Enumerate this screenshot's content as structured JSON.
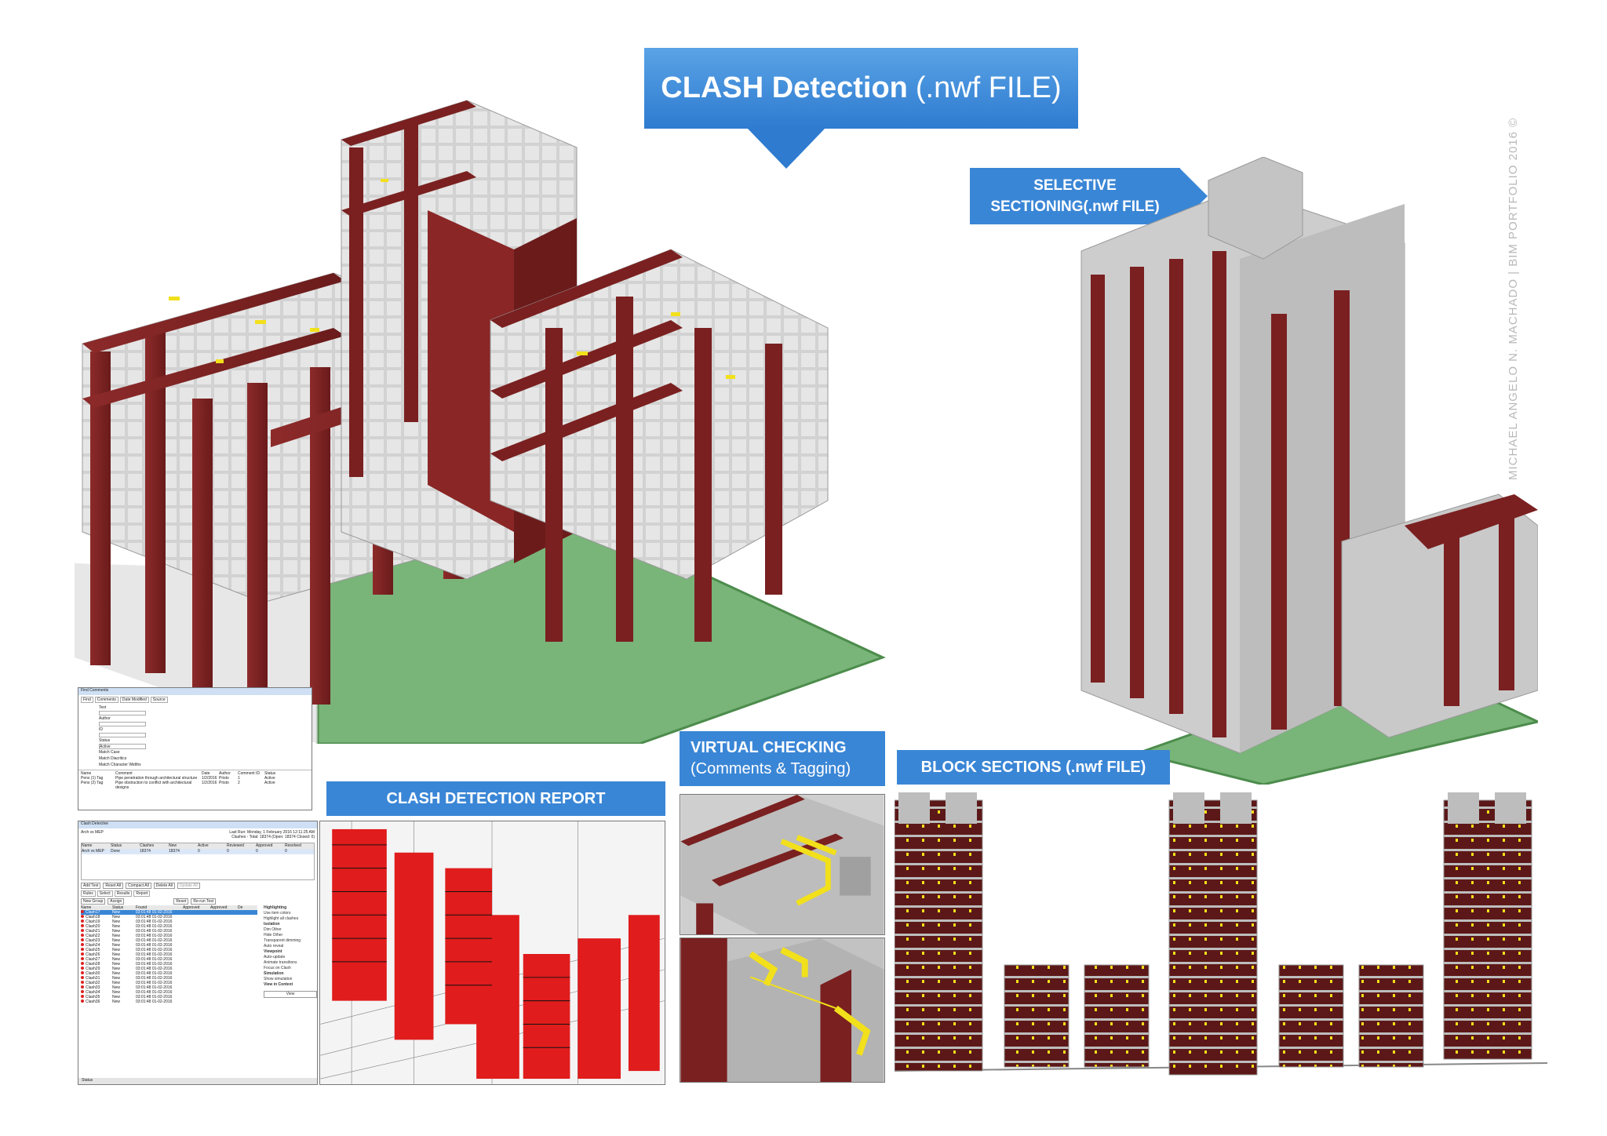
{
  "title": {
    "bold": "CLASH Detection",
    "rest": "(.nwf FILE)"
  },
  "selective_sectioning": {
    "line1": "SELECTIVE",
    "line2": "SECTIONING(.nwf FILE)"
  },
  "clash_report_label": "CLASH DETECTION REPORT",
  "virtual_checking": {
    "line1": "VIRTUAL CHECKING",
    "line2": "(Comments & Tagging)"
  },
  "block_sections_label": "BLOCK SECTIONS (.nwf FILE)",
  "credit": "MICHAEL ANGELO N. MACHADO | BIM PORTFOLIO 2016 ©",
  "colors": {
    "structure": "#7a2020",
    "glass": "#c8c8c8",
    "ground": "#79b479",
    "clash": "#e01c1c",
    "mep": "#f2e01b",
    "label_blue": "#3a86d6"
  },
  "find_comments_dialog": {
    "title": "Find Comments",
    "tabs": [
      "Find",
      "Comments",
      "Date Modified",
      "Source"
    ],
    "fields": [
      "Text",
      "Author",
      "ID",
      "Status"
    ],
    "status_value": "Active",
    "checks": [
      "Match Case",
      "Match Diacritics",
      "Match Character Widths"
    ],
    "columns": [
      "Name",
      "Comment",
      "Date",
      "Author",
      "Comment ID",
      "Status"
    ],
    "rows": [
      [
        "Pens (1) Tag",
        "Pipe penetration through architectural structure",
        "1/2/2016",
        "Pristo",
        "1",
        "Active"
      ],
      [
        "Pens (2) Tag",
        "Pipe obstruction to conflict with architectural designs",
        "1/2/2016",
        "Pristo",
        "2",
        "Active"
      ]
    ]
  },
  "clash_detective": {
    "title": "Clash Detective",
    "test_name": "Arch vs MEP",
    "last_run": "Last Run: Monday, 1 February 2016 12:11:25 AM",
    "summary": "Clashes - Total: 18374  (Open: 18374  Closed: 0)",
    "test_columns": [
      "Name",
      "Status",
      "Clashes",
      "New",
      "Active",
      "Reviewed",
      "Approved",
      "Resolved"
    ],
    "test_row": [
      "Arch vs MEP",
      "Done",
      "18374",
      "18374",
      "0",
      "0",
      "0",
      "0"
    ],
    "buttons": [
      "Add Test",
      "Reset All",
      "Compact All",
      "Delete All",
      "Update All"
    ],
    "tabs": [
      "Rules",
      "Select",
      "Results",
      "Report"
    ],
    "result_buttons": [
      "New Group",
      "Assign",
      "Reset",
      "Re-run Test"
    ],
    "result_columns": [
      "Name",
      "Status",
      "Found",
      "Approved",
      "Approved",
      "De"
    ],
    "result_rows": [
      [
        "Clash17",
        "New",
        "03:01:48 01-02-2016"
      ],
      [
        "Clash18",
        "New",
        "03:01:48 01-02-2016"
      ],
      [
        "Clash19",
        "New",
        "03:01:48 01-02-2016"
      ],
      [
        "Clash20",
        "New",
        "03:01:48 01-02-2016"
      ],
      [
        "Clash21",
        "New",
        "03:01:48 01-02-2016"
      ],
      [
        "Clash22",
        "New",
        "03:01:48 01-02-2016"
      ],
      [
        "Clash23",
        "New",
        "03:01:48 01-02-2016"
      ],
      [
        "Clash24",
        "New",
        "03:01:48 01-02-2016"
      ],
      [
        "Clash25",
        "New",
        "03:01:48 01-02-2016"
      ],
      [
        "Clash26",
        "New",
        "03:01:48 01-02-2016"
      ],
      [
        "Clash27",
        "New",
        "03:01:48 01-02-2016"
      ],
      [
        "Clash28",
        "New",
        "03:01:48 01-02-2016"
      ],
      [
        "Clash29",
        "New",
        "03:01:48 01-02-2016"
      ],
      [
        "Clash30",
        "New",
        "03:01:48 01-02-2016"
      ],
      [
        "Clash31",
        "New",
        "03:01:48 01-02-2016"
      ],
      [
        "Clash32",
        "New",
        "03:01:48 01-02-2016"
      ],
      [
        "Clash33",
        "New",
        "03:01:48 01-02-2016"
      ],
      [
        "Clash34",
        "New",
        "03:01:48 01-02-2016"
      ],
      [
        "Clash35",
        "New",
        "03:01:48 01-02-2016"
      ],
      [
        "Clash36",
        "New",
        "03:01:48 01-02-2016"
      ]
    ],
    "side_headers": [
      "Highlighting",
      "Isolation",
      "Viewpoint",
      "Simulation",
      "View in Context"
    ],
    "side_options": [
      "Use item colors",
      "Highlight all clashes",
      "Dim Other",
      "Hide Other",
      "Transparent dimming",
      "Auto reveal",
      "Auto-update",
      "Animate transitions",
      "Focus on Clash",
      "Show simulation"
    ],
    "view_button": "View",
    "status_bar": "Status"
  }
}
